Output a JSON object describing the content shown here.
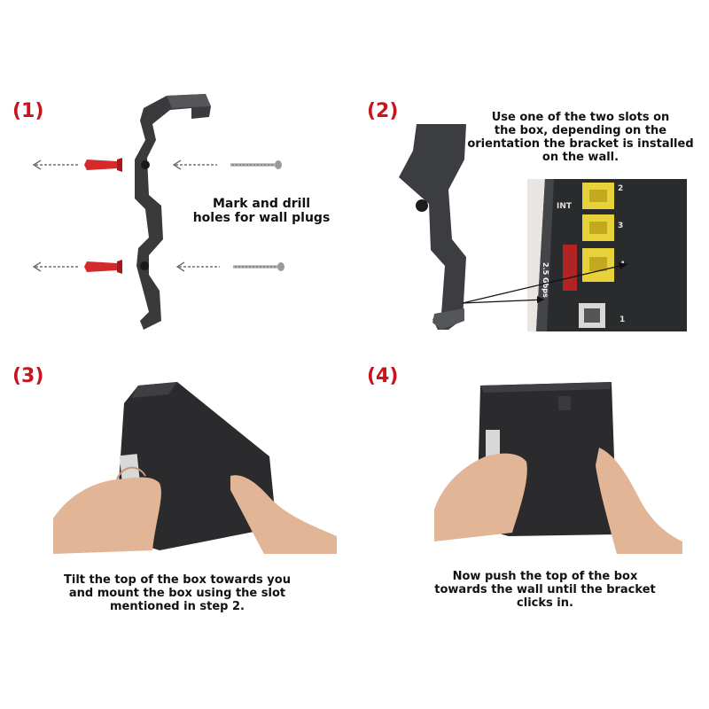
{
  "steps": [
    {
      "number": "(1)",
      "caption_lines": [
        "Mark and drill",
        "holes for wall plugs"
      ]
    },
    {
      "number": "(2)",
      "caption_lines": [
        "Use one of the two slots on",
        "the box, depending on the",
        "orientation the bracket is installed",
        "on the wall."
      ],
      "router_labels": {
        "port_int": "INT",
        "port_2": "2",
        "port_3": "3",
        "port_4": "4",
        "port_1": "1",
        "speed_badge": "2.5 Gbps"
      }
    },
    {
      "number": "(3)",
      "caption_lines": [
        "Tilt the top of the box towards you",
        "and mount the box using the slot",
        "mentioned in step 2."
      ]
    },
    {
      "number": "(4)",
      "caption_lines": [
        "Now push the top of the box",
        "towards the wall until the bracket",
        "clicks in."
      ]
    }
  ],
  "colors": {
    "step_number": "#c8151b",
    "bracket": "#3a3a3c",
    "wall_plug": "#d42a2a",
    "port_yellow": "#e8d23a",
    "box": "#2b2b2d",
    "skin": "#e3b597"
  }
}
